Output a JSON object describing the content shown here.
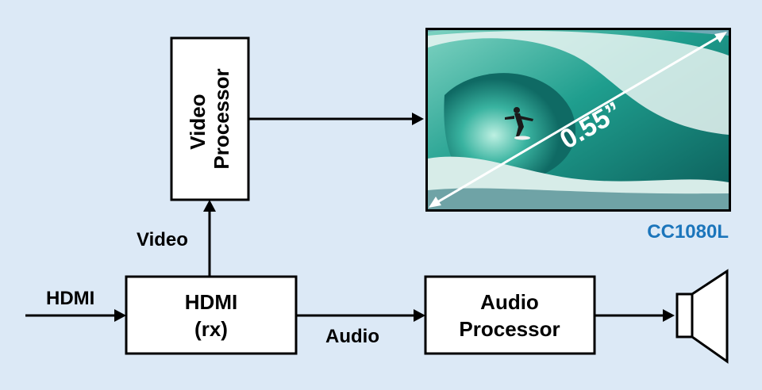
{
  "blocks": {
    "hdmi_rx": {
      "line1": "HDMI",
      "line2": "(rx)"
    },
    "video_processor": {
      "line1": "Video",
      "line2": "Processor"
    },
    "audio_processor": {
      "line1": "Audio",
      "line2": "Processor"
    }
  },
  "signals": {
    "hdmi_in": "HDMI",
    "video": "Video",
    "audio": "Audio"
  },
  "display": {
    "diagonal": "0.55”",
    "model": "CC1080L",
    "model_color": "#1b75bb",
    "content": "surfer-wave-photo"
  },
  "speaker": {
    "icon": "speaker-icon"
  }
}
